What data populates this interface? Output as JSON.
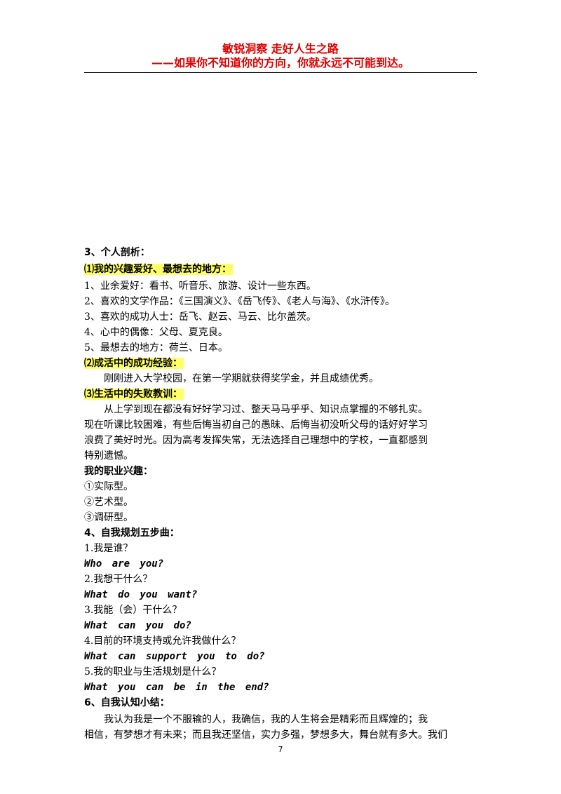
{
  "header": {
    "line1": "敏锐洞察 走好人生之路",
    "line2": "——如果你不知道你的方向，你就永远不可能到达。",
    "color": "#e00000"
  },
  "section3": {
    "title": "3、个人剖析：",
    "sub1": {
      "title": "⑴我的兴趣爱好、最想去的地方：",
      "items": [
        "1、业余爱好：看书、听音乐、旅游、设计一些东西。",
        "2、喜欢的文学作品：《三国演义》、《岳飞传》、《老人与海》、《水浒传》。",
        "3、喜欢的成功人士：岳飞、赵云、马云、比尔盖茨。",
        "4、心中的偶像：父母、夏克良。",
        "5、最想去的地方：荷兰、日本。"
      ]
    },
    "sub2": {
      "title": "⑵成活中的成功经验：",
      "text": "刚刚进入大学校园，在第一学期就获得奖学金，并且成绩优秀。"
    },
    "sub3": {
      "title": "⑶生活中的失败教训：",
      "lines": [
        "从上学到现在都没有好好学习过、整天马马乎乎、知识点掌握的不够扎实。",
        "现在听课比较困难，有些后悔当初自己的愚昧、后悔当初没听父母的话好好学习",
        "浪费了美好时光。因为高考发挥失常，无法选择自己理想中的学校，一直都感到",
        "特别遗憾。"
      ]
    }
  },
  "career": {
    "title": "我的职业兴趣：",
    "items": [
      "①实际型。",
      "②艺术型。",
      "③调研型。"
    ]
  },
  "section4": {
    "title": "4、自我规划五步曲：",
    "steps": [
      {
        "cn": "1.我是谁？",
        "en": "Who are you?"
      },
      {
        "cn": "2.我想干什么？",
        "en": "What do you want?"
      },
      {
        "cn": "3.我能（会）干什么？",
        "en": "What can you do?"
      },
      {
        "cn": "4.目前的环境支持或允许我做什么？",
        "en": "What can support you to do?"
      },
      {
        "cn": "5.我的职业与生活规划是什么？",
        "en": "What you can be in the end?"
      }
    ]
  },
  "section6": {
    "title": "6、自我认知小结：",
    "lines": [
      "我认为我是一个不服输的人，我确信，我的人生将会是精彩而且辉煌的；我",
      "相信，有梦想才有未来；而且我还坚信，实力多强，梦想多大，舞台就有多大。我们"
    ]
  },
  "page_number": "7"
}
